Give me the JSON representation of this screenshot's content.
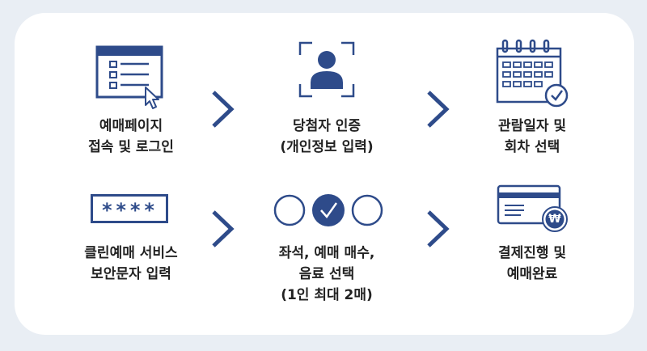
{
  "steps": [
    {
      "id": "login",
      "icon": "web-form-cursor-icon",
      "lines": [
        "예매페이지",
        "접속 및 로그인"
      ]
    },
    {
      "id": "verify",
      "icon": "person-scan-icon",
      "lines": [
        "당첨자 인증",
        "(개인정보 입력)"
      ]
    },
    {
      "id": "date",
      "icon": "calendar-check-icon",
      "lines": [
        "관람일자 및",
        "회차 선택"
      ]
    },
    {
      "id": "captcha",
      "icon": "password-field-icon",
      "lines": [
        "클린예매 서비스",
        "보안문자 입력"
      ],
      "password_mask": "****"
    },
    {
      "id": "seat",
      "icon": "seat-select-icon",
      "lines": [
        "좌석, 예매 매수,",
        "음료 선택",
        "(1인 최대 2매)"
      ]
    },
    {
      "id": "payment",
      "icon": "card-payment-icon",
      "lines": [
        "결제진행 및",
        "예매완료"
      ],
      "currency_symbol": "₩"
    }
  ],
  "colors": {
    "primary": "#2e4b8a",
    "background": "#e9eef4",
    "card": "#ffffff",
    "text": "#222222"
  }
}
